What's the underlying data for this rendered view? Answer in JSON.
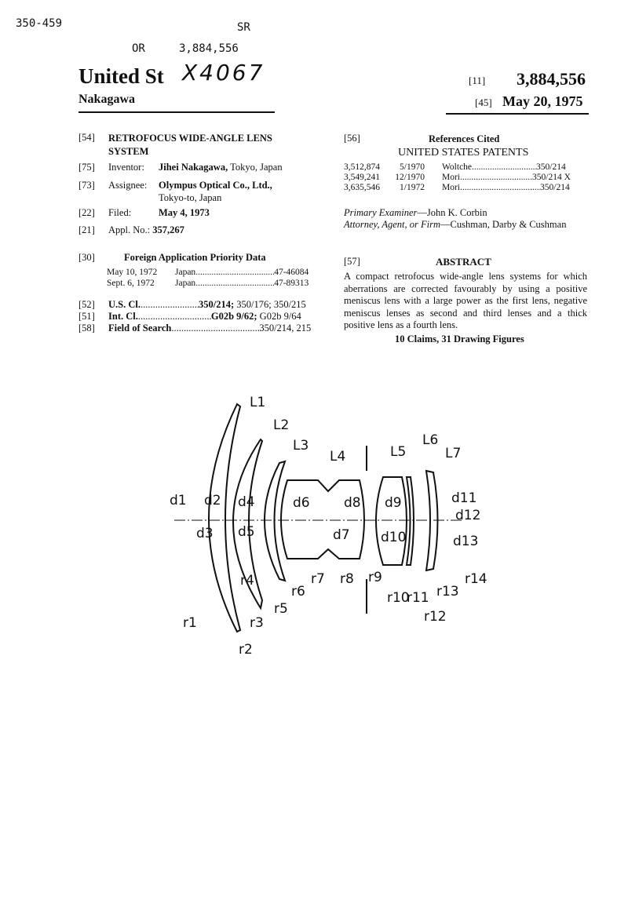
{
  "stamps": {
    "class_no": "350-459",
    "sr": "SR",
    "or": "OR",
    "or_number": "3,884,556",
    "handwritten": "X4067"
  },
  "header": {
    "country": "United St",
    "inventor_surname": "Nakagawa",
    "patent_tag": "[11]",
    "patent_number": "3,884,556",
    "date_tag": "[45]",
    "date": "May 20, 1975"
  },
  "left": {
    "title_tag": "[54]",
    "title": "RETROFOCUS WIDE-ANGLE LENS SYSTEM",
    "inventor_tag": "[75]",
    "inventor_label": "Inventor:",
    "inventor_name": "Jihei Nakagawa,",
    "inventor_place": "Tokyo, Japan",
    "assignee_tag": "[73]",
    "assignee_label": "Assignee:",
    "assignee_name": "Olympus Optical Co., Ltd.,",
    "assignee_place": "Tokyo-to, Japan",
    "filed_tag": "[22]",
    "filed_label": "Filed:",
    "filed_date": "May 4, 1973",
    "appl_tag": "[21]",
    "appl_label": "Appl. No.:",
    "appl_no": "357,267",
    "foreign_tag": "[30]",
    "foreign_title": "Foreign Application Priority Data",
    "foreign": [
      {
        "date": "May 10, 1972",
        "country": "Japan",
        "number": "47-46084"
      },
      {
        "date": "Sept. 6, 1972",
        "country": "Japan",
        "number": "47-89313"
      }
    ],
    "uscl_tag": "[52]",
    "uscl_label": "U.S. Cl.",
    "uscl_main": "350/214;",
    "uscl_rest": "350/176; 350/215",
    "intcl_tag": "[51]",
    "intcl_label": "Int. Cl.",
    "intcl_main": "G02b 9/62;",
    "intcl_rest": "G02b 9/64",
    "search_tag": "[58]",
    "search_label": "Field of Search",
    "search_value": "350/214, 215"
  },
  "right": {
    "refs_tag": "[56]",
    "refs_title": "References Cited",
    "refs_sub": "UNITED STATES PATENTS",
    "refs": [
      {
        "number": "3,512,874",
        "date": "5/1970",
        "name": "Woltche",
        "class": "350/214"
      },
      {
        "number": "3,549,241",
        "date": "12/1970",
        "name": "Mori",
        "class": "350/214 X"
      },
      {
        "number": "3,635,546",
        "date": "1/1972",
        "name": "Mori",
        "class": "350/214"
      }
    ],
    "examiner_label": "Primary Examiner",
    "examiner": "—John K. Corbin",
    "attorney_label": "Attorney, Agent, or Firm",
    "attorney": "—Cushman, Darby & Cushman",
    "abstract_tag": "[57]",
    "abstract_title": "ABSTRACT",
    "abstract": "A compact retrofocus wide-angle lens systems for which aberrations are corrected favourably by using a positive meniscus lens with a large power as the first lens, negative meniscus lenses as second and third lenses and a thick positive lens as a fourth lens.",
    "claims": "10 Claims, 31 Drawing Figures"
  },
  "figure": {
    "L": [
      "L1",
      "L2",
      "L3",
      "L4",
      "L5",
      "L6",
      "L7"
    ],
    "d": [
      "d1",
      "d2",
      "d3",
      "d4",
      "d5",
      "d6",
      "d7",
      "d8",
      "d9",
      "d10",
      "d11",
      "d12",
      "d13"
    ],
    "r": [
      "r1",
      "r2",
      "r3",
      "r4",
      "r5",
      "r6",
      "r7",
      "r8",
      "r9",
      "r10",
      "r11",
      "r12",
      "r13",
      "r14"
    ]
  }
}
